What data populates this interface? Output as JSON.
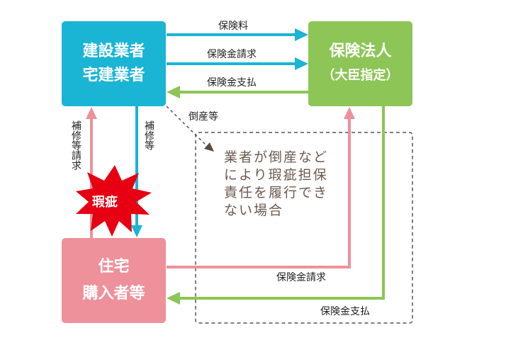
{
  "colors": {
    "builder": "#1ab4d5",
    "insurer": "#8dc556",
    "buyer": "#ee919a",
    "defect": "#e60012",
    "note_text": "#6b5a50"
  },
  "builder_box": {
    "line1": "建設業者",
    "line2": "宅建業者"
  },
  "insurer_box": {
    "line1": "保険法人",
    "line2": "（大臣指定）"
  },
  "buyer_box": {
    "line1": "住宅",
    "line2": "購入者等"
  },
  "defect_badge": "瑕疵",
  "arrows": {
    "premium": "保険料",
    "builder_claim": "保険金請求",
    "payment_to_builder": "保険金支払",
    "bankruptcy": "倒産等",
    "repair_request": "補修等請求",
    "repair": "補修等",
    "buyer_claim": "保険金請求",
    "payment_to_buyer": "保険金支払"
  },
  "note": {
    "lines": [
      "業者が倒産など",
      "により瑕疵担保",
      "責任を履行でき",
      "ない場合"
    ]
  }
}
